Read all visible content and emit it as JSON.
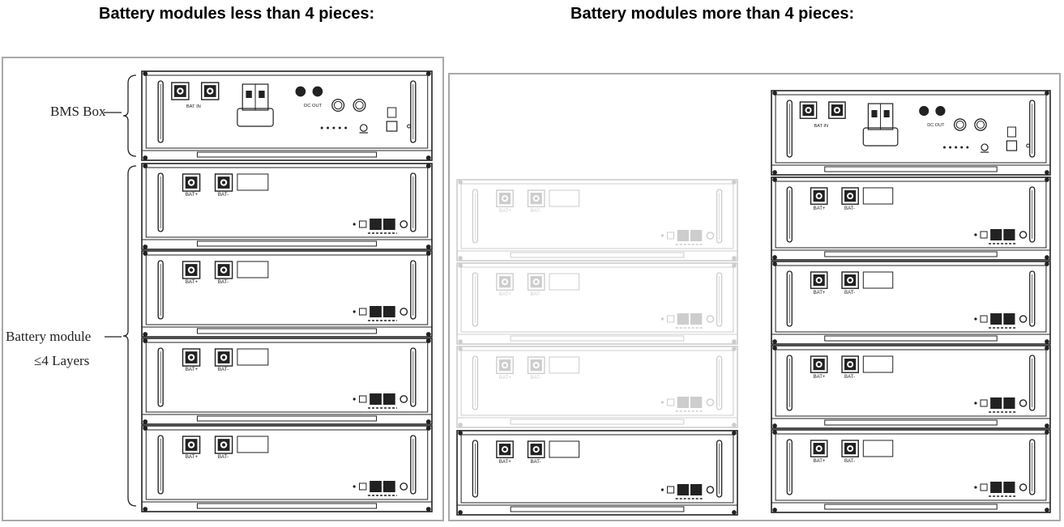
{
  "titles": {
    "left": "Battery modules less than 4 pieces:",
    "right": "Battery modules more than 4 pieces:"
  },
  "labels": {
    "bms_box": "BMS Box",
    "battery_module": "Battery module",
    "layers": "≤4 Layers"
  },
  "unit_text": {
    "bat_in": "BAT IN",
    "bat_plus": "BAT+",
    "bat_minus": "BAT-",
    "dc_out": "DC OUT"
  },
  "left_stack": {
    "bms_boxes": 1,
    "battery_modules": 4
  },
  "right_stack": {
    "faded_modules": 3,
    "side_column_modules": 1,
    "main_bms_boxes": 1,
    "main_battery_modules": 4
  }
}
